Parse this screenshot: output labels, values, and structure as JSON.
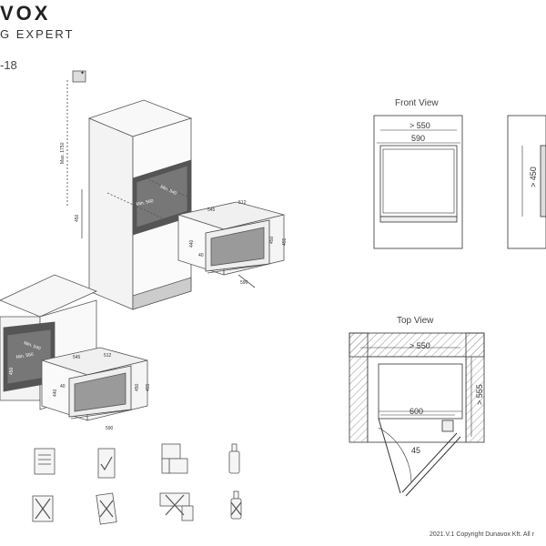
{
  "header": {
    "brand": "VOX",
    "tagline": "G EXPERT",
    "model": "-18"
  },
  "front_view": {
    "title": "Front View",
    "dim_min_width": "> 550",
    "dim_width": "590",
    "dim_min_height": "> 450"
  },
  "top_view": {
    "title": "Top View",
    "dim_min_width": "> 550",
    "dim_width": "600",
    "dim_min_depth": "> 555",
    "door_angle": "45"
  },
  "tall_cabinet": {
    "max_height": "Max. 1750",
    "niche_height": "450",
    "min_depth": "Min. 540",
    "min_width": "Min. 560",
    "unit_width": "545",
    "unit_depth": "512",
    "unit_front_width": "590",
    "unit_height": "440",
    "unit_height2": "450",
    "unit_height3": "455",
    "side_small": "40"
  },
  "under_counter": {
    "min_depth": "Min. 540",
    "min_width": "Min. 560",
    "min_height": "450",
    "unit_width": "545",
    "unit_depth": "512",
    "unit_front_width": "590",
    "unit_height": "440",
    "unit_height2": "450",
    "unit_height3": "455",
    "side_small": "40"
  },
  "copyright": "2021.V.1 Copyright Dunavox Kft. All r",
  "icons": [
    "manual-icon",
    "level-ok-icon",
    "stack-ok-icon",
    "bottle-ok-icon",
    "manual-no-icon",
    "level-no-icon",
    "stack-no-icon",
    "bottle-no-icon"
  ]
}
